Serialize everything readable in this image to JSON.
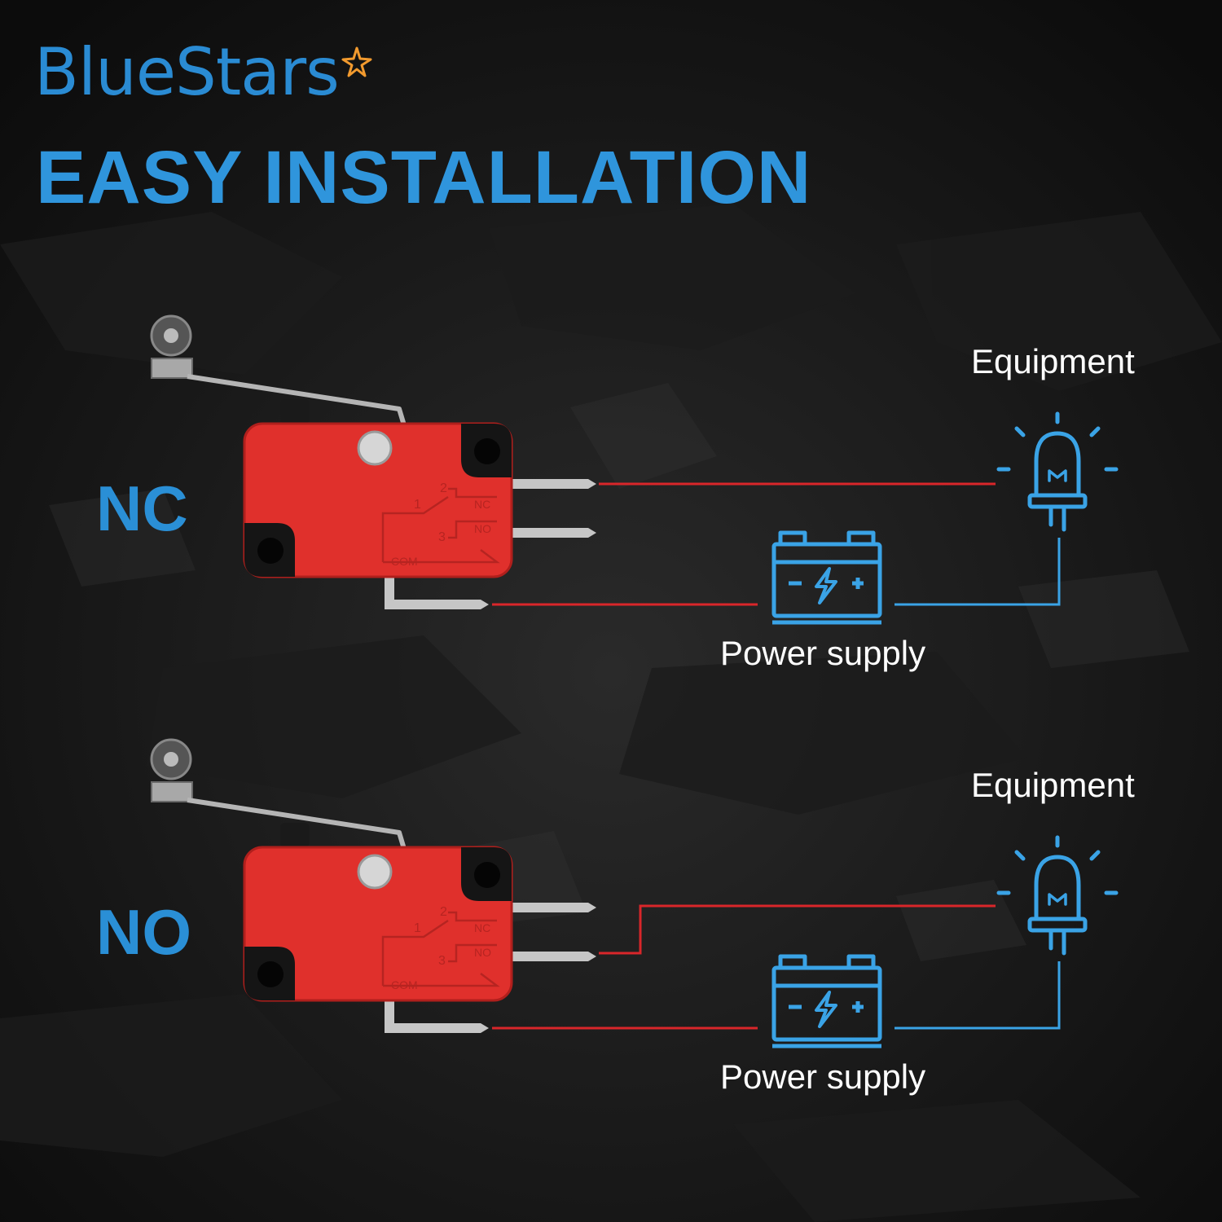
{
  "brand": {
    "name": "BlueStars",
    "color": "#2a8bd3",
    "star_color": "#f29a2e"
  },
  "headline": "EASY INSTALLATION",
  "diagrams": [
    {
      "mode": "NC",
      "equipment_label": "Equipment",
      "power_label": "Power supply",
      "switch_terminals": {
        "top": "2",
        "left": "1",
        "bottom": "3",
        "nc": "NC",
        "no": "NO",
        "com": "COM"
      }
    },
    {
      "mode": "NO",
      "equipment_label": "Equipment",
      "power_label": "Power supply",
      "switch_terminals": {
        "top": "2",
        "left": "1",
        "bottom": "3",
        "nc": "NC",
        "no": "NO",
        "com": "COM"
      }
    }
  ],
  "colors": {
    "background": "#121212",
    "switch_body": "#e0302c",
    "wire_red": "#d9262a",
    "wire_blue": "#3aa3e6",
    "icon_blue": "#3aa3e6",
    "headline": "#2f95dc"
  },
  "icons": {
    "star": "star-icon",
    "battery": "battery-icon",
    "led": "led-icon",
    "switch": "micro-switch-icon"
  }
}
